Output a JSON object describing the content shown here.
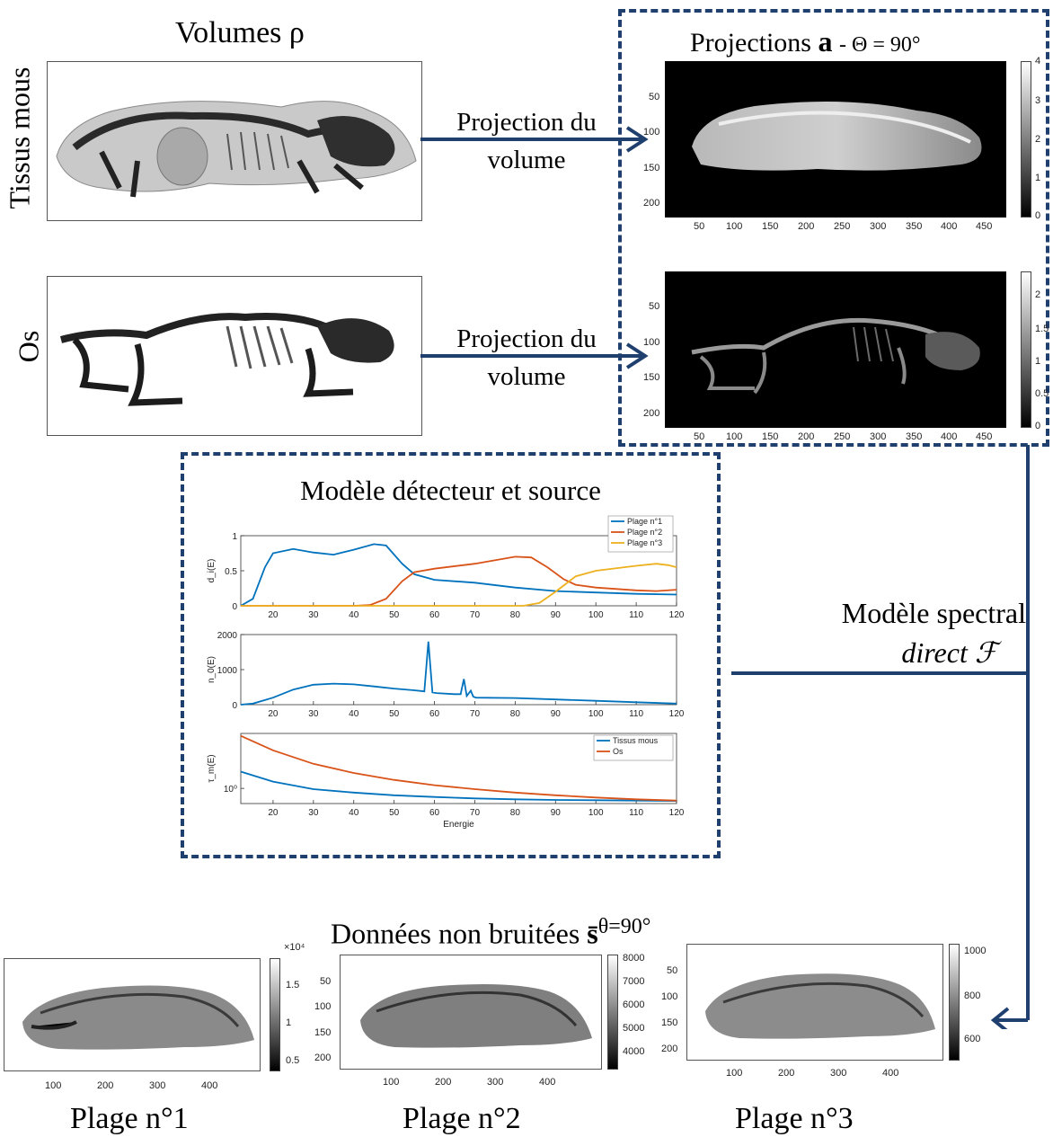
{
  "labels": {
    "volumes_title": "Volumes ρ",
    "projections_title_prefix": "Projections",
    "projections_bold": "a",
    "projections_angle": "- Θ = 90°",
    "row_soft": "Tissus mous",
    "row_bone": "Os",
    "arrow1_line1": "Projection du",
    "arrow1_line2": "volume",
    "arrow2_line1": "Projection du",
    "arrow2_line2": "volume",
    "model_box_title": "Modèle détecteur et source",
    "spectral_line1": "Modèle spectral",
    "spectral_line2": "direct ℱ",
    "data_title_prefix": "Données non bruitées ",
    "data_title_symbol": "s̄",
    "data_title_sup": "θ=90°",
    "range1": "Plage n°1",
    "range2": "Plage n°2",
    "range3": "Plage n°3"
  },
  "proj_top": {
    "x_ticks": [
      "50",
      "100",
      "150",
      "200",
      "250",
      "300",
      "350",
      "400",
      "450"
    ],
    "y_ticks": [
      "50",
      "100",
      "150",
      "200"
    ],
    "cbar_ticks": [
      "4",
      "3",
      "2",
      "1",
      "0"
    ]
  },
  "proj_bottom": {
    "x_ticks": [
      "50",
      "100",
      "150",
      "200",
      "250",
      "300",
      "350",
      "400",
      "450"
    ],
    "y_ticks": [
      "50",
      "100",
      "150",
      "200"
    ],
    "cbar_ticks": [
      "2",
      "1.5",
      "1",
      "0.5",
      "0"
    ]
  },
  "data_panels": [
    {
      "x_ticks": [
        "100",
        "200",
        "300",
        "400"
      ],
      "cbar_ticks": [
        "1.5",
        "1",
        "0.5"
      ],
      "cbar_exp": "×10⁴"
    },
    {
      "x_ticks": [
        "100",
        "200",
        "300",
        "400"
      ],
      "y_ticks": [
        "50",
        "100",
        "150",
        "200"
      ],
      "cbar_ticks": [
        "8000",
        "7000",
        "6000",
        "5000",
        "4000"
      ]
    },
    {
      "x_ticks": [
        "100",
        "200",
        "300",
        "400"
      ],
      "y_ticks": [
        "50",
        "100",
        "150",
        "200"
      ],
      "cbar_ticks": [
        "1000",
        "800",
        "600"
      ]
    }
  ],
  "chart_data": [
    {
      "type": "line",
      "ylabel": "d_i(E)",
      "x_ticks": [
        20,
        30,
        40,
        50,
        60,
        70,
        80,
        90,
        100,
        110,
        120
      ],
      "y_ticks": [
        0,
        0.5,
        1
      ],
      "xlim": [
        12,
        120
      ],
      "ylim": [
        0,
        1
      ],
      "legend": "top-right",
      "series": [
        {
          "name": "Plage n°1",
          "color": "#0072bd",
          "x": [
            12,
            15,
            18,
            20,
            25,
            30,
            35,
            40,
            45,
            48,
            52,
            55,
            60,
            70,
            80,
            90,
            100,
            110,
            120
          ],
          "y": [
            0,
            0.1,
            0.55,
            0.75,
            0.81,
            0.76,
            0.73,
            0.8,
            0.88,
            0.86,
            0.6,
            0.45,
            0.37,
            0.33,
            0.26,
            0.21,
            0.19,
            0.17,
            0.16
          ]
        },
        {
          "name": "Plage n°2",
          "color": "#d95319",
          "x": [
            12,
            40,
            44,
            48,
            52,
            55,
            60,
            70,
            80,
            84,
            88,
            92,
            95,
            100,
            110,
            115,
            120
          ],
          "y": [
            0,
            0,
            0.01,
            0.1,
            0.35,
            0.48,
            0.53,
            0.6,
            0.7,
            0.69,
            0.55,
            0.38,
            0.3,
            0.26,
            0.22,
            0.21,
            0.23
          ]
        },
        {
          "name": "Plage n°3",
          "color": "#edb120",
          "x": [
            12,
            82,
            86,
            90,
            95,
            100,
            110,
            115,
            118,
            120
          ],
          "y": [
            0,
            0,
            0.04,
            0.2,
            0.42,
            0.5,
            0.57,
            0.6,
            0.58,
            0.55
          ]
        }
      ]
    },
    {
      "type": "line",
      "ylabel": "n_0(E)",
      "x_ticks": [
        20,
        30,
        40,
        50,
        60,
        70,
        80,
        90,
        100,
        110,
        120
      ],
      "y_ticks": [
        0,
        1000,
        2000
      ],
      "xlim": [
        12,
        120
      ],
      "ylim": [
        0,
        2000
      ],
      "series": [
        {
          "name": "",
          "color": "#0072bd",
          "x": [
            12,
            15,
            20,
            25,
            30,
            35,
            40,
            45,
            50,
            55,
            57.5,
            58.5,
            59.5,
            60.5,
            65,
            66.5,
            67.3,
            68,
            69,
            69.6,
            70.3,
            80,
            90,
            100,
            110,
            120
          ],
          "y": [
            0,
            30,
            200,
            430,
            570,
            600,
            580,
            520,
            460,
            410,
            380,
            1800,
            350,
            330,
            300,
            300,
            730,
            250,
            400,
            230,
            200,
            190,
            150,
            110,
            70,
            30
          ]
        }
      ]
    },
    {
      "type": "line",
      "ylabel": "τ_m(E)",
      "xlabel": "Energie",
      "x_ticks": [
        20,
        30,
        40,
        50,
        60,
        70,
        80,
        90,
        100,
        110,
        120
      ],
      "y_ticks": [
        "10⁰"
      ],
      "y_scale": "log",
      "xlim": [
        12,
        120
      ],
      "legend": "top-right",
      "series": [
        {
          "name": "Tissus mous",
          "color": "#0072bd",
          "x": [
            12,
            20,
            30,
            40,
            50,
            60,
            70,
            80,
            90,
            100,
            110,
            120
          ],
          "y": [
            3.2,
            1.6,
            0.95,
            0.75,
            0.62,
            0.55,
            0.5,
            0.47,
            0.45,
            0.44,
            0.43,
            0.42
          ]
        },
        {
          "name": "Os",
          "color": "#d95319",
          "x": [
            12,
            20,
            30,
            40,
            50,
            60,
            70,
            80,
            90,
            100,
            110,
            120
          ],
          "y": [
            38,
            14,
            5.5,
            2.9,
            1.8,
            1.25,
            0.95,
            0.75,
            0.62,
            0.53,
            0.47,
            0.43
          ]
        }
      ]
    }
  ]
}
